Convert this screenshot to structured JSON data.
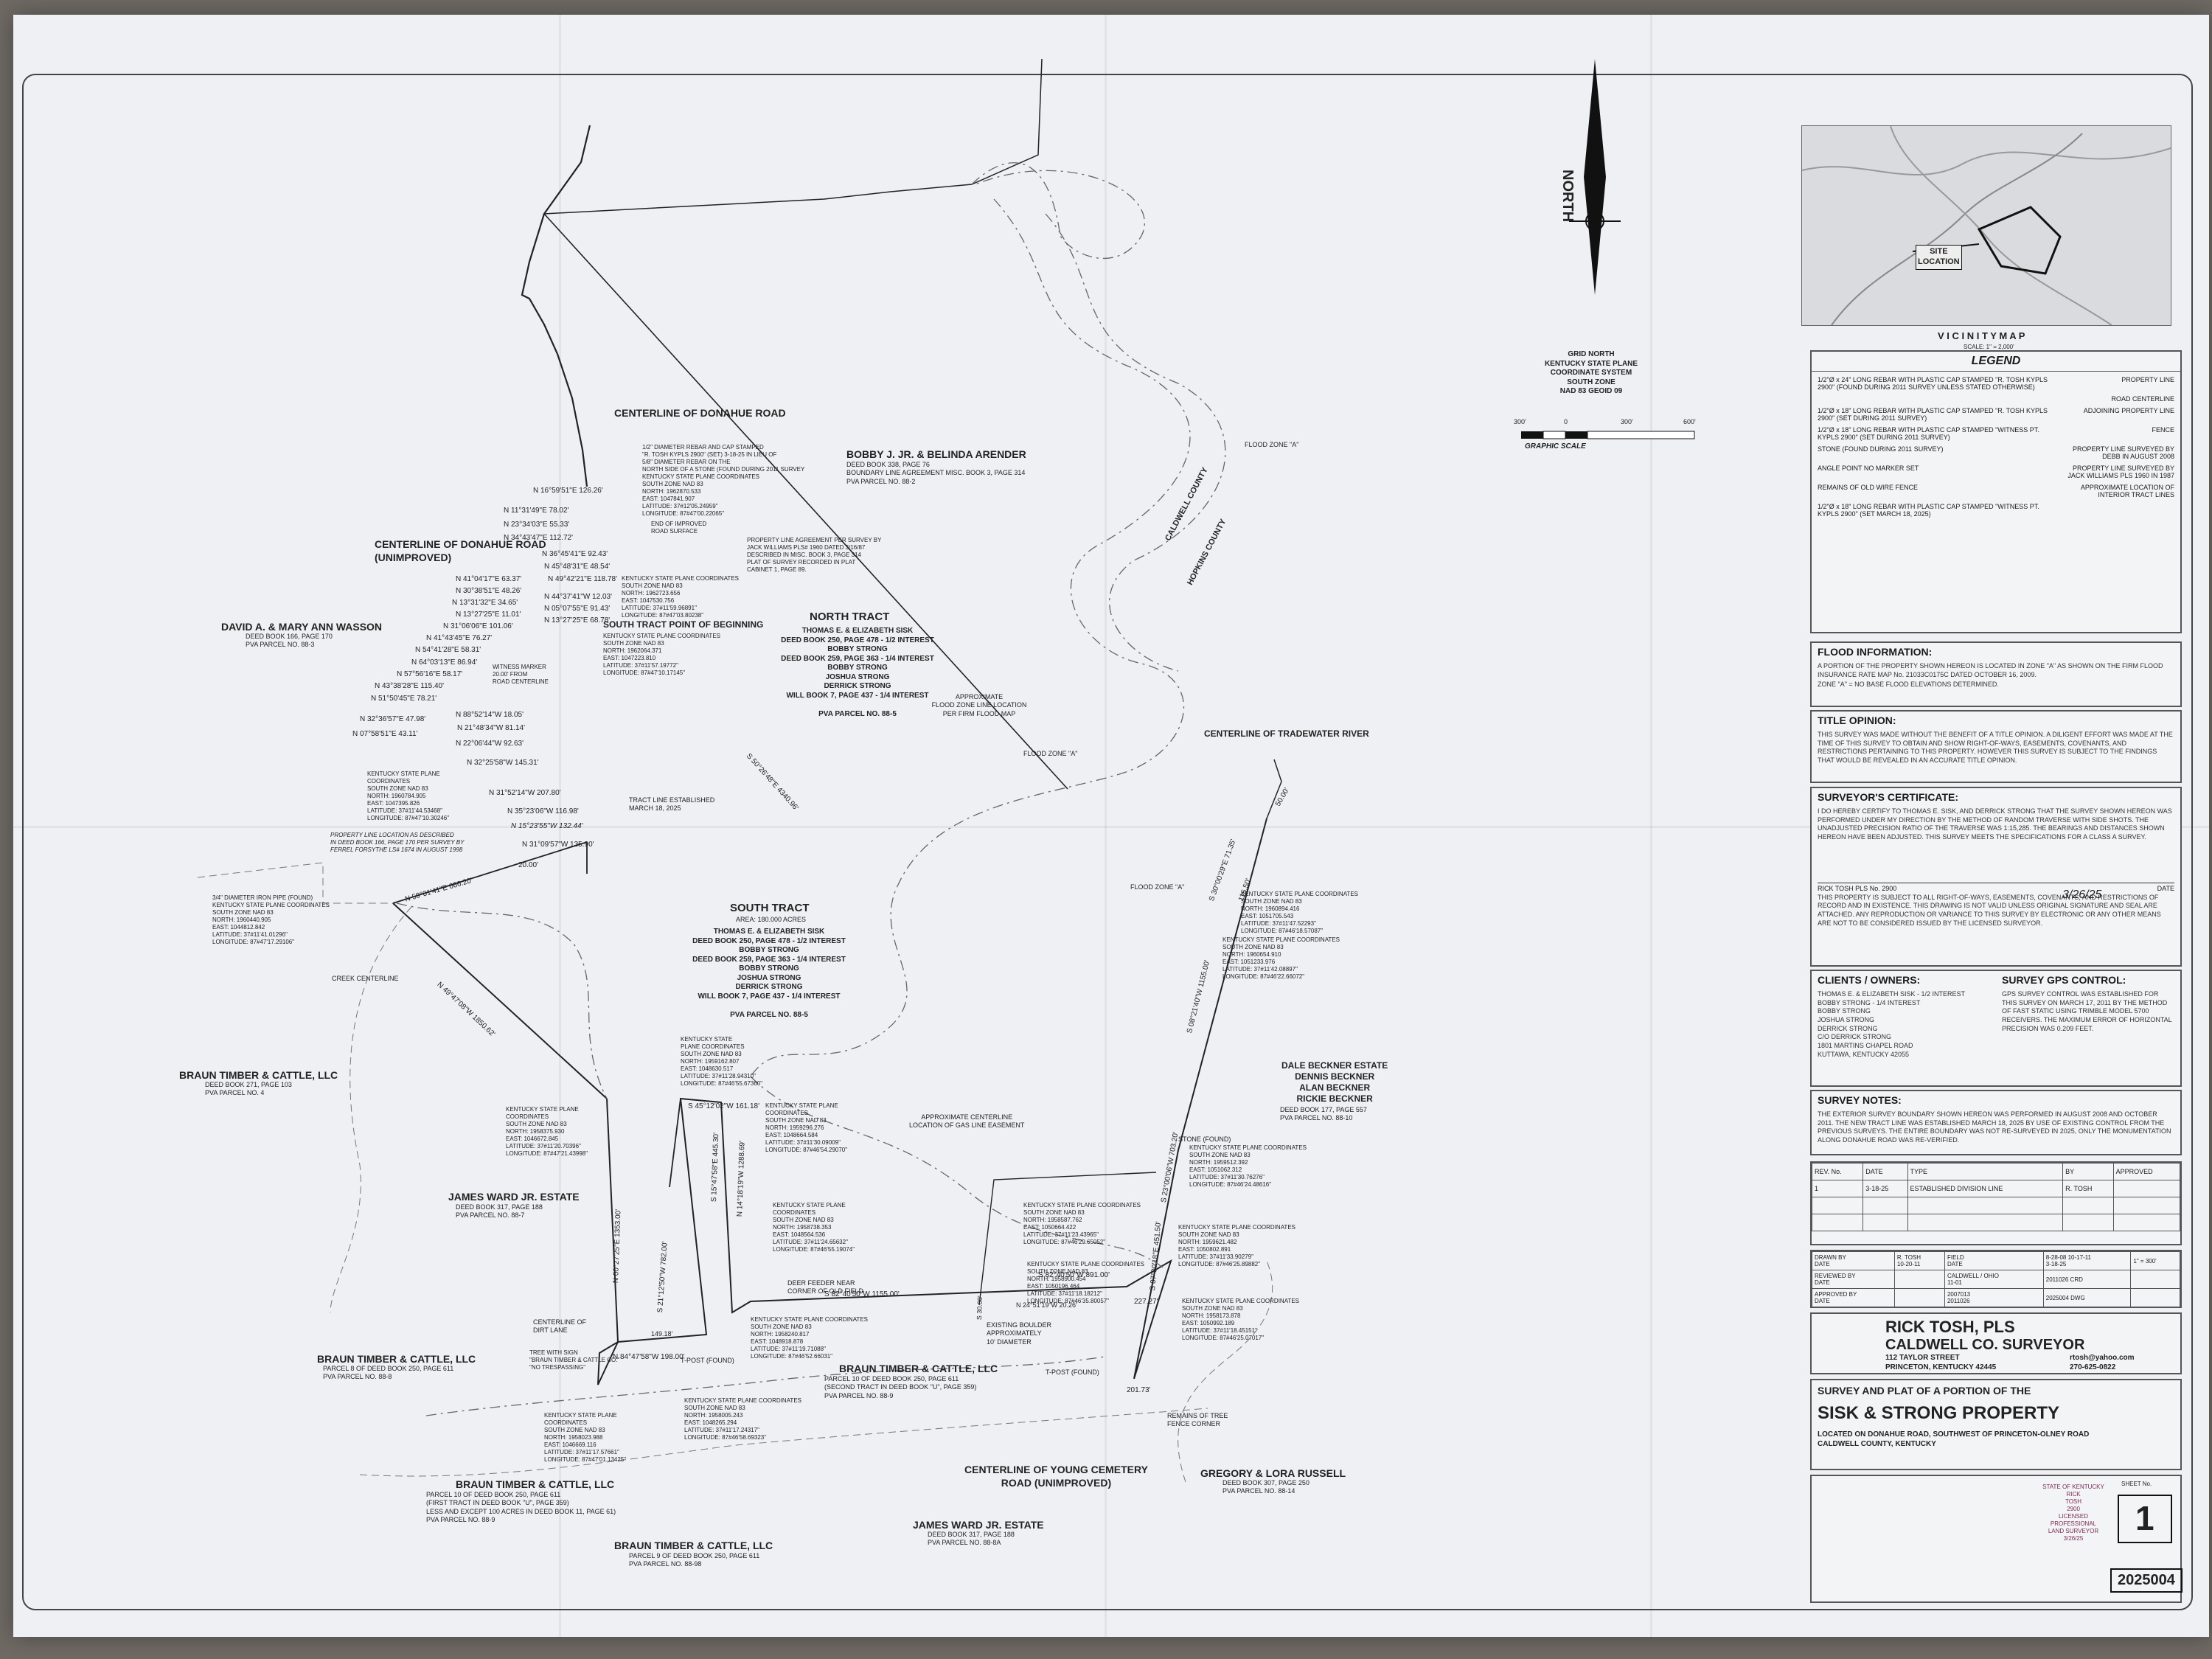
{
  "north": {
    "word": "NORTH",
    "coords": "GRID NORTH\nKENTUCKY STATE PLANE\nCOORDINATE SYSTEM\nSOUTH ZONE\nNAD 83 GEOID 09"
  },
  "scale": {
    "t0": "300'",
    "t1": "0",
    "t2": "300'",
    "t3": "600'",
    "label": "GRAPHIC SCALE"
  },
  "vicinity": {
    "title": "V I C I N I T Y   M A P",
    "scale": "SCALE: 1\" = 2,000'",
    "site": "SITE\nLOCATION"
  },
  "legend": {
    "title": "LEGEND",
    "rows": [
      {
        "desc": "1/2\"Ø x 24\" LONG REBAR WITH PLASTIC CAP STAMPED \"R. TOSH KYPLS 2900\" (FOUND DURING 2011 SURVEY UNLESS STATED OTHERWISE)",
        "line": "PROPERTY LINE"
      },
      {
        "desc": "",
        "line": "ROAD CENTERLINE"
      },
      {
        "desc": "1/2\"Ø x 18\" LONG REBAR WITH PLASTIC CAP STAMPED \"R. TOSH KYPLS 2900\" (SET DURING 2011 SURVEY)",
        "line": "ADJOINING PROPERTY LINE"
      },
      {
        "desc": "1/2\"Ø x 18\" LONG REBAR WITH PLASTIC CAP STAMPED \"WITNESS PT. KYPLS 2900\" (SET DURING 2011 SURVEY)",
        "line": "FENCE"
      },
      {
        "desc": "STONE (FOUND DURING 2011 SURVEY)",
        "line": "PROPERTY LINE SURVEYED BY DEBB IN AUGUST 2008"
      },
      {
        "desc": "ANGLE POINT NO MARKER SET",
        "line": "PROPERTY LINE SURVEYED BY JACK WILLIAMS PLS 1960 IN 1987"
      },
      {
        "desc": "REMAINS OF OLD WIRE FENCE",
        "line": "APPROXIMATE LOCATION OF INTERIOR TRACT LINES"
      },
      {
        "desc": "1/2\"Ø x 18\" LONG REBAR WITH PLASTIC CAP STAMPED \"WITNESS PT. KYPLS 2900\" (SET MARCH 18, 2025)",
        "line": ""
      }
    ]
  },
  "flood": {
    "title": "FLOOD INFORMATION:",
    "text": "A PORTION OF THE PROPERTY SHOWN HEREON IS LOCATED IN ZONE \"A\" AS SHOWN ON THE FIRM FLOOD INSURANCE RATE MAP No. 21033C0175C DATED OCTOBER 16, 2009.",
    "text2": "ZONE \"A\" = NO BASE FLOOD ELEVATIONS DETERMINED."
  },
  "title_opinion": {
    "title": "TITLE OPINION:",
    "text": "THIS SURVEY WAS MADE WITHOUT THE BENEFIT OF A TITLE OPINION. A DILIGENT EFFORT WAS MADE AT THE TIME OF THIS SURVEY TO OBTAIN AND SHOW RIGHT-OF-WAYS, EASEMENTS, COVENANTS, AND RESTRICTIONS PERTAINING TO THIS PROPERTY. HOWEVER THIS SURVEY IS SUBJECT TO THE FINDINGS THAT WOULD BE REVEALED IN AN ACCURATE TITLE OPINION."
  },
  "certificate": {
    "title": "SURVEYOR'S CERTIFICATE:",
    "text": "I DO HEREBY CERTIFY TO THOMAS E. SISK, AND DERRICK STRONG THAT THE SURVEY SHOWN HEREON WAS PERFORMED UNDER MY DIRECTION BY THE METHOD OF RANDOM TRAVERSE WITH SIDE SHOTS. THE UNADJUSTED PRECISION RATIO OF THE TRAVERSE WAS 1:15,285. THE BEARINGS AND DISTANCES SHOWN HEREON HAVE BEEN ADJUSTED. THIS SURVEY MEETS THE SPECIFICATIONS FOR A CLASS A SURVEY.",
    "sig_name": "RICK TOSH    PLS No. 2900",
    "sig_date": "DATE",
    "date_val": "3/26/25",
    "text2": "THIS PROPERTY IS SUBJECT TO ALL RIGHT-OF-WAYS, EASEMENTS, COVENANTS, AND RESTRICTIONS OF RECORD AND IN EXISTENCE. THIS DRAWING IS NOT VALID UNLESS ORIGINAL SIGNATURE AND SEAL ARE ATTACHED. ANY REPRODUCTION OR VARIANCE TO THIS SURVEY BY ELECTRONIC OR ANY OTHER MEANS ARE NOT TO BE CONSIDERED ISSUED BY THE LICENSED SURVEYOR."
  },
  "clients": {
    "title": "CLIENTS / OWNERS:",
    "text": "THOMAS E. & ELIZABETH SISK - 1/2 INTEREST\nBOBBY STRONG - 1/4 INTEREST\nBOBBY STRONG\nJOSHUA STRONG\nDERRICK STRONG\nC/O DERRICK STRONG\n1801 MARTINS CHAPEL ROAD\nKUTTAWA, KENTUCKY 42055"
  },
  "gps": {
    "title": "SURVEY GPS CONTROL:",
    "text": "GPS SURVEY CONTROL WAS ESTABLISHED FOR THIS SURVEY ON MARCH 17, 2011 BY THE METHOD OF FAST STATIC USING TRIMBLE MODEL 5700 RECEIVERS. THE MAXIMUM ERROR OF HORIZONTAL PRECISION WAS 0.209 FEET."
  },
  "notes": {
    "title": "SURVEY NOTES:",
    "text": "THE EXTERIOR SURVEY BOUNDARY SHOWN HEREON WAS PERFORMED IN AUGUST 2008 AND OCTOBER 2011. THE NEW TRACT LINE WAS ESTABLISHED MARCH 18, 2025 BY USE OF EXISTING CONTROL FROM THE PREVIOUS SURVEYS. THE ENTIRE BOUNDARY WAS NOT RE-SURVEYED IN 2025, ONLY THE MONUMENTATION ALONG DONAHUE ROAD WAS RE-VERIFIED."
  },
  "revisions": {
    "h1": "REV. No.",
    "h2": "DATE",
    "h3": "TYPE",
    "h4": "BY",
    "h5": "APPROVED",
    "r1": "1",
    "r2": "3-18-25",
    "r3": "ESTABLISHED DIVISION LINE",
    "r4": "R. TOSH"
  },
  "firm": {
    "name": "RICK TOSH, PLS",
    "sub": "CALDWELL CO. SURVEYOR",
    "addr": "112 TAYLOR STREET\nPRINCETON, KENTUCKY 42445",
    "email": "rtosh@yahoo.com",
    "phone": "270-625-0822"
  },
  "project": {
    "line1": "SURVEY AND PLAT OF A PORTION OF THE",
    "line2": "SISK & STRONG PROPERTY",
    "line3": "LOCATED ON DONAHUE ROAD, SOUTHWEST OF PRINCETON-OLNEY ROAD\nCALDWELL COUNTY, KENTUCKY",
    "sheet_label": "SHEET No.",
    "sheet": "1",
    "job": "2025004"
  },
  "map": {
    "donahue": "CENTERLINE OF DONAHUE ROAD",
    "donahue_un": "CENTERLINE OF DONAHUE ROAD\n(UNIMPROVED)",
    "arender": "BOBBY J. JR. & BELINDA ARENDER",
    "arender_sub": "DEED BOOK 338, PAGE 76\nBOUNDARY LINE AGREEMENT MISC. BOOK 3, PAGE 314\nPVA PARCEL NO. 88-2",
    "wasson": "DAVID A. & MARY ANN WASSON",
    "wasson_sub": "DEED BOOK 166, PAGE 170\nPVA PARCEL NO. 88-3",
    "north_tract": "NORTH TRACT",
    "north_owners": "THOMAS E. & ELIZABETH SISK\nDEED BOOK 250, PAGE 478 - 1/2 INTEREST\nBOBBY STRONG\nDEED BOOK 259, PAGE 363 - 1/4 INTEREST\nBOBBY STRONG\nJOSHUA STRONG\nDERRICK STRONG\nWILL BOOK 7, PAGE 437 - 1/4 INTEREST\n\nPVA PARCEL NO. 88-5",
    "south_tract": "SOUTH TRACT",
    "south_area": "AREA: 180.000 ACRES",
    "south_owners": "THOMAS E. & ELIZABETH SISK\nDEED BOOK 250, PAGE 478 - 1/2 INTEREST\nBOBBY STRONG\nDEED BOOK 259, PAGE 363 - 1/4 INTEREST\nBOBBY STRONG\nJOSHUA STRONG\nDERRICK STRONG\nWILL BOOK 7, PAGE 437 - 1/4 INTEREST\n\nPVA PARCEL NO. 88-5",
    "spob": "SOUTH TRACT POINT OF BEGINNING",
    "caldwell": "CALDWELL COUNTY",
    "hopkins": "HOPKINS COUNTY",
    "tradewater": "CENTERLINE OF TRADEWATER RIVER",
    "flood_a": "FLOOD ZONE \"A\"",
    "flood_approx": "APPROXIMATE\nFLOOD ZONE LINE LOCATION\nPER FIRM FLOOD MAP",
    "tract_line": "TRACT LINE ESTABLISHED\nMARCH 18, 2025",
    "tract_bearing": "S 50°26'48\"E 4340.96'",
    "braun1": "BRAUN TIMBER & CATTLE, LLC",
    "braun1_sub": "DEED BOOK 271, PAGE 103\nPVA PARCEL NO. 4",
    "ward1": "JAMES WARD JR. ESTATE",
    "ward1_sub": "DEED BOOK 317, PAGE 188\nPVA PARCEL NO. 88-7",
    "braun2": "BRAUN TIMBER & CATTLE, LLC",
    "braun2_sub": "PARCEL 8 OF DEED BOOK 250, PAGE 611\nPVA PARCEL NO. 88-8",
    "braun3": "BRAUN TIMBER & CATTLE, LLC",
    "braun3_sub": "PARCEL 10 OF DEED BOOK 250, PAGE 611\n(SECOND TRACT IN DEED BOOK \"U\", PAGE 359)\nPVA PARCEL NO. 88-9",
    "braun4": "BRAUN TIMBER & CATTLE, LLC",
    "braun4_sub": "PARCEL 10 OF DEED BOOK 250, PAGE 611\n(FIRST TRACT IN DEED BOOK \"U\", PAGE 359)\nLESS AND EXCEPT 100 ACRES IN DEED BOOK 11, PAGE 61)\nPVA PARCEL NO. 88-9",
    "braun5": "BRAUN TIMBER & CATTLE, LLC",
    "braun5_sub": "PARCEL 9 OF DEED BOOK 250, PAGE 611\nPVA PARCEL NO. 88-98",
    "ward2": "JAMES WARD JR. ESTATE",
    "ward2_sub": "DEED BOOK 317, PAGE 188\nPVA PARCEL NO. 88-8A",
    "young": "CENTERLINE OF YOUNG CEMETERY\nROAD (UNIMPROVED)",
    "russell": "GREGORY & LORA RUSSELL",
    "russell_sub": "DEED BOOK 307, PAGE 250\nPVA PARCEL NO. 88-14",
    "beckner": "DALE BECKNER ESTATE\nDENNIS BECKNER\nALAN BECKNER\nRICKIE BECKNER",
    "beckner_sub": "DEED BOOK 177, PAGE 557\nPVA PARCEL NO. 88-10",
    "creek": "CREEK CENTERLINE",
    "gas": "APPROXIMATE CENTERLINE\nLOCATION OF GAS LINE EASEMENT",
    "deer": "DEER FEEDER NEAR\nCORNER OF OLD FIELD",
    "tree": "TREE WITH SIGN\n\"BRAUN TIMBER & CATTLE CO.\"\n\"NO TRESPASSING\"",
    "dirt": "CENTERLINE OF\nDIRT LANE",
    "boulder": "EXISTING BOULDER\nAPPROXIMATELY\n10' DIAMETER",
    "tpost": "T-POST (FOUND)",
    "stone": "STONE (FOUND)",
    "fence_corner": "REMAINS OF TREE\nFENCE CORNER",
    "witness": "WITNESS MARKER\n20.00' FROM\nROAD CENTERLINE",
    "iron": "3/4\" DIAMETER IRON PIPE (FOUND)\nKENTUCKY STATE PLANE COORDINATES\nSOUTH ZONE NAD 83\nNORTH: 1960440.905\nEAST: 1044812.842\nLATITUDE: 37#11'41.01296\"\nLONGITUDE: 87#47'17.29106\"",
    "prop_note": "PROPERTY LINE LOCATION AS DESCRIBED\nIN DEED BOOK 166, PAGE 170 PER SURVEY BY\nFERREL FORSYTHE LS# 1674 IN AUGUST 1998",
    "rebar_note": "1/2\" DIAMETER REBAR AND CAP STAMPED\n\"R. TOSH KYPLS 2900\" (SET) 3-18-25 IN LIEU OF\n5/8\" DIAMETER REBAR ON THE\nNORTH SIDE OF A STONE (FOUND DURING 2011 SURVEY\nKENTUCKY STATE PLANE COORDINATES\nSOUTH ZONE NAD 83\nNORTH: 1962870.533\nEAST: 1047841.907\nLATITUDE: 37#12'05.24959\"\nLONGITUDE: 87#47'00.22065\"",
    "end_road": "END OF IMPROVED\nROAD SURFACE",
    "agreement": "PROPERTY LINE AGREEMENT PER SURVEY BY\nJACK WILLIAMS PLS# 1960 DATED 3/16/87\nDESCRIBED IN MISC. BOOK 3, PAGE 314\nPLAT OF SURVEY RECORDED IN PLAT\nCABINET 1, PAGE 89.",
    "calls": [
      "N 16°59'51\"E 126.26'",
      "N 11°31'49\"E 78.02'",
      "N 23°34'03\"E 55.33'",
      "N 34°43'47\"E 112.72'",
      "N 36°45'41\"E 92.43'",
      "N 45°48'31\"E 48.54'",
      "N 49°42'21\"E 118.78'",
      "N 41°04'17\"E 63.37'",
      "N 30°38'51\"E 48.26'",
      "N 44°37'41\"W 12.03'",
      "N 05°07'55\"E 91.43'",
      "N 13°31'32\"E 34.65'",
      "N 13°27'25\"E 11.01'",
      "N 13°27'25\"E 68.78'",
      "N 31°06'06\"E 101.06'",
      "N 41°43'45\"E 76.27'",
      "N 54°41'28\"E 58.31'",
      "N 64°03'13\"E 86.94'",
      "N 57°56'16\"E 58.17'",
      "N 43°38'28\"E 115.40'",
      "N 51°50'45\"E 78.21'",
      "N 32°36'57\"E 47.98'",
      "N 88°52'14\"W 18.05'",
      "N 07°58'51\"E 43.11'",
      "N 21°48'34\"W 81.14'",
      "N 22°06'44\"W 92.63'",
      "N 32°25'58\"W 145.31'",
      "N 31°52'14\"W 207.80'",
      "N 35°23'06\"W 116.98'",
      "N 15°23'55\"W 132.44'",
      "N 31°09'57\"W 135.90'"
    ],
    "line_calls": {
      "west": "N 59°01'41\"E 666.20'",
      "west20": "20.00'",
      "sw": "N 49°47'08\"W 1850.62'",
      "s1": "N 00°27'25\"E 1353.00'",
      "s2": "S 21°12'50\"W 782.00'",
      "s3": "N 84°47'58\"W 198.00'",
      "s4": "S 45°12'02\"W 161.18'",
      "s5": "S 15°47'58\"E 445.30'",
      "s6": "N 14°18'19\"W 1288.69'",
      "s7": "S 82°40'50\"W 1155.00'",
      "s8": "S 82°40'50\"W 891.00'",
      "s9": "N 24°51'19\"W 20.26'",
      "s10": "227.27'",
      "s11": "201.73'",
      "s12": "S 08°21'40\"W 1155.00'",
      "s13": "S 23°00'06\"W 703.20'",
      "s14": "S 07°00'18\"E 451.50'",
      "e1": "S 30°00'29\"E 71.35'",
      "e2": "50.00'",
      "e3": "116.50'",
      "s15": "149.18'",
      "s16": "S 30.00'"
    },
    "coords": [
      "KENTUCKY STATE PLANE COORDINATES\nSOUTH ZONE NAD 83\nNORTH: 1962723.656\nEAST: 1047530.756\nLATITUDE: 37#11'59.96891\"\nLONGITUDE: 87#47'03.80238\"",
      "KENTUCKY STATE PLANE COORDINATES\nSOUTH ZONE NAD 83\nNORTH: 1962064.371\nEAST: 1047223.810\nLATITUDE: 37#11'57.19772\"\nLONGITUDE: 87#47'10.17145\"",
      "KENTUCKY STATE PLANE\nCOORDINATES\nSOUTH ZONE NAD 83\nNORTH: 1960784.905\nEAST: 1047395.826\nLATITUDE: 37#11'44.53468\"\nLONGITUDE: 87#47'10.30246\"",
      "KENTUCKY STATE PLANE COORDINATES\nSOUTH ZONE NAD 83\nNORTH: 1960894.416\nEAST: 1051705.543\nLATITUDE: 37#11'47.52293\"\nLONGITUDE: 87#46'18.57087\"",
      "KENTUCKY STATE PLANE COORDINATES\nSOUTH ZONE NAD 83\nNORTH: 1960654.910\nEAST: 1051233.976\nLATITUDE: 37#11'42.08897\"\nLONGITUDE: 87#46'22.66072\"",
      "KENTUCKY STATE\nPLANE COORDINATES\nSOUTH ZONE NAD 83\nNORTH: 1959162.807\nEAST: 1048630.517\nLATITUDE: 37#11'28.94310\"\nLONGITUDE: 87#46'55.67360\"",
      "KENTUCKY STATE PLANE\nCOORDINATES\nSOUTH ZONE NAD 83\nNORTH: 1959296.276\nEAST: 1048664.584\nLATITUDE: 37#11'30.09009\"\nLONGITUDE: 87#46'54.29070\"",
      "KENTUCKY STATE PLANE\nCOORDINATES\nSOUTH ZONE NAD 83\nNORTH: 1958375.930\nEAST: 1046672.845\nLATITUDE: 37#11'20.70396\"\nLONGITUDE: 87#47'21.43998\"",
      "KENTUCKY STATE PLANE\nCOORDINATES\nSOUTH ZONE NAD 83\nNORTH: 1958738.353\nEAST: 1048564.536\nLATITUDE: 37#11'24.65632\"\nLONGITUDE: 87#46'55.19074\"",
      "KENTUCKY STATE PLANE COORDINATES\nSOUTH ZONE NAD 83\nNORTH: 1958240.817\nEAST: 1048918.878\nLATITUDE: 37#11'19.71088\"\nLONGITUDE: 87#46'52.66031\"",
      "KENTUCKY STATE PLANE COORDINATES\nSOUTH ZONE NAD 83\nNORTH: 1958587.762\nEAST: 1050664.422\nLATITUDE: 37#11'23.43965\"\nLONGITUDE: 87#46'29.65052\"",
      "KENTUCKY STATE PLANE COORDINATES\nSOUTH ZONE NAD 83\nNORTH: 1958900.454\nEAST: 1050196.464\nLATITUDE: 37#11'18.18212\"\nLONGITUDE: 87#46'35.80057\"",
      "KENTUCKY STATE PLANE\nCOORDINATES\nSOUTH ZONE NAD 83\nNORTH: 1958023.988\nEAST: 1046669.116\nLATITUDE: 37#11'17.57661\"\nLONGITUDE: 87#47'01.13425\"",
      "KENTUCKY STATE PLANE COORDINATES\nSOUTH ZONE NAD 83\nNORTH: 1958005.243\nEAST: 1048265.294\nLATITUDE: 37#11'17.24317\"\nLONGITUDE: 87#46'58.69323\"",
      "KENTUCKY STATE PLANE COORDINATES\nSOUTH ZONE NAD 83\nNORTH: 1959621.482\nEAST: 1050802.891\nLATITUDE: 37#11'33.90279\"\nLONGITUDE: 87#46'25.89882\"",
      "KENTUCKY STATE PLANE COORDINATES\nSOUTH ZONE NAD 83\nNORTH: 1958173.878\nEAST: 1050992.189\nLATITUDE: 37#11'18.45151\"\nLONGITUDE: 87#46'25.07017\"",
      "KENTUCKY STATE PLANE COORDINATES\nSOUTH ZONE NAD 83\nNORTH: 1959512.392\nEAST: 1051062.312\nLATITUDE: 37#11'30.76276\"\nLONGITUDE: 87#46'24.48616\""
    ]
  },
  "titleblock": {
    "drawn_by": "DRAWN BY\nDATE",
    "drawn_val": "R. TOSH\n10-20-11",
    "field": "FIELD\nDATE",
    "field_val": "8-28-08  10-17-11\n3-18-25",
    "reviewed": "REVIEWED BY\nDATE",
    "approved": "APPROVED BY\nDATE",
    "county": "CALDWELL / OHIO\n11-01",
    "scale": "1\" = 300'",
    "code": "2011026 CRD",
    "file": "2025004 DWG",
    "bk": "2007013\n2011026",
    "seal": "STATE OF KENTUCKY\nRICK\nTOSH\n2900\nLICENSED\nPROFESSIONAL\nLAND SURVEYOR\n3/26/25"
  }
}
